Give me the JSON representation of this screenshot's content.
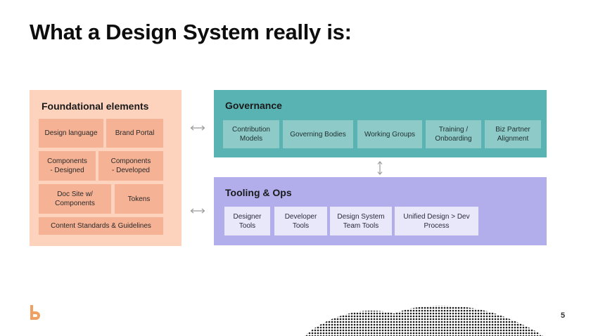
{
  "title": "What a Design System really is:",
  "foundational": {
    "title": "Foundational elements",
    "items": [
      "Design language",
      "Brand Portal",
      "Components\n- Designed",
      "Components\n- Developed",
      "Doc Site w/\nComponents",
      "Tokens",
      "Content Standards & Guidelines"
    ]
  },
  "governance": {
    "title": "Governance",
    "items": [
      "Contribution\nModels",
      "Governing Bodies",
      "Working Groups",
      "Training /\nOnboarding",
      "Biz Partner\nAlignment"
    ]
  },
  "tooling": {
    "title": "Tooling & Ops",
    "items": [
      "Designer\nTools",
      "Developer\nTools",
      "Design System\nTeam Tools",
      "Unified Design > Dev\nProcess"
    ]
  },
  "page_number": "5",
  "colors": {
    "foundational_bg": "#fdd3be",
    "foundational_box": "#f6b295",
    "governance_bg": "#5ab3b3",
    "governance_box": "#8ecac8",
    "tooling_bg": "#b1aeeb",
    "tooling_box": "#e9e8fb",
    "logo": "#f0a060"
  },
  "icons": [
    "double-arrow-icon",
    "brand-logo-icon",
    "halftone-decoration"
  ]
}
